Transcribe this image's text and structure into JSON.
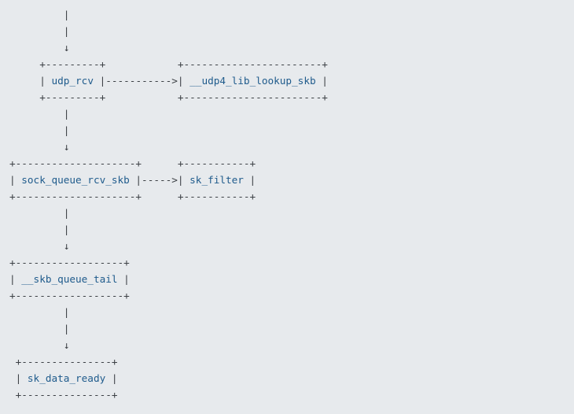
{
  "colors": {
    "background": "#e7eaed",
    "ascii_art": "#3c4045",
    "function_name": "#1f5b8c"
  },
  "diagram": {
    "type": "ascii-flow",
    "nodes": [
      "udp_rcv",
      "__udp4_lib_lookup_skb",
      "sock_queue_rcv_skb",
      "sk_filter",
      "__skb_queue_tail",
      "sk_data_ready"
    ],
    "flow": [
      {
        "from": "udp_rcv",
        "to": "__udp4_lib_lookup_skb",
        "direction": "right"
      },
      {
        "from": "udp_rcv",
        "to": "sock_queue_rcv_skb",
        "direction": "down"
      },
      {
        "from": "sock_queue_rcv_skb",
        "to": "sk_filter",
        "direction": "right"
      },
      {
        "from": "sock_queue_rcv_skb",
        "to": "__skb_queue_tail",
        "direction": "down"
      },
      {
        "from": "__skb_queue_tail",
        "to": "sk_data_ready",
        "direction": "down"
      }
    ],
    "lines": [
      [
        {
          "t": "         |"
        }
      ],
      [
        {
          "t": "         |"
        }
      ],
      [
        {
          "t": "         ↓"
        }
      ],
      [
        {
          "t": "     +---------+            +-----------------------+"
        }
      ],
      [
        {
          "t": "     | "
        },
        {
          "t": "udp_rcv",
          "c": "fn"
        },
        {
          "t": " |----------->| "
        },
        {
          "t": "__udp4_lib_lookup_skb",
          "c": "fn"
        },
        {
          "t": " |"
        }
      ],
      [
        {
          "t": "     +---------+            +-----------------------+"
        }
      ],
      [
        {
          "t": "         |"
        }
      ],
      [
        {
          "t": "         |"
        }
      ],
      [
        {
          "t": "         ↓"
        }
      ],
      [
        {
          "t": "+--------------------+      +-----------+"
        }
      ],
      [
        {
          "t": "| "
        },
        {
          "t": "sock_queue_rcv_skb",
          "c": "fn"
        },
        {
          "t": " |----->| "
        },
        {
          "t": "sk_filter",
          "c": "fn"
        },
        {
          "t": " |"
        }
      ],
      [
        {
          "t": "+--------------------+      +-----------+"
        }
      ],
      [
        {
          "t": "         |"
        }
      ],
      [
        {
          "t": "         |"
        }
      ],
      [
        {
          "t": "         ↓"
        }
      ],
      [
        {
          "t": "+------------------+"
        }
      ],
      [
        {
          "t": "| "
        },
        {
          "t": "__skb_queue_tail",
          "c": "fn"
        },
        {
          "t": " |"
        }
      ],
      [
        {
          "t": "+------------------+"
        }
      ],
      [
        {
          "t": "         |"
        }
      ],
      [
        {
          "t": "         |"
        }
      ],
      [
        {
          "t": "         ↓"
        }
      ],
      [
        {
          "t": " +---------------+"
        }
      ],
      [
        {
          "t": " | "
        },
        {
          "t": "sk_data_ready",
          "c": "fn"
        },
        {
          "t": " |"
        }
      ],
      [
        {
          "t": " +---------------+"
        }
      ]
    ]
  }
}
